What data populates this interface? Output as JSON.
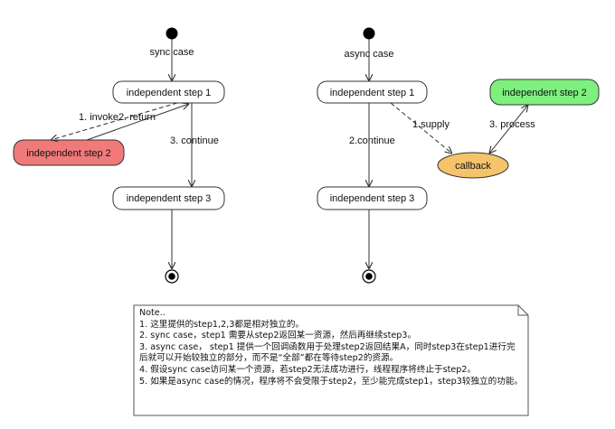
{
  "sync": {
    "label": "sync case",
    "step1": "independent step 1",
    "step2": "independent step 2",
    "step3": "independent step 3",
    "edge_invoke": "1. invoke",
    "edge_return": "2. return",
    "edge_continue": "3. continue"
  },
  "async": {
    "label": "async case",
    "step1": "independent step 1",
    "step2": "independent step 2",
    "step3": "independent step 3",
    "callback": "callback",
    "edge_supply": "1.supply",
    "edge_process": "3. process",
    "edge_continue": "2.continue"
  },
  "note": {
    "title": "Note..",
    "lines": [
      "1. 这里提供的step1,2,3都是相对独立的。",
      "2. sync case，step1 需要从step2返回某一资源，然后再继续step3。",
      "3. async case， step1 提供一个回调函数用于处理step2返回结果A，同时step3在step1进行完后就可以开始较独立的部分，而不是“全部”都在等待step2的资源。",
      "4. 假设sync case访问某一个资源，若step2无法成功进行，线程程序将终止于step2。",
      "5. 如果是async case的情况，程序将不会受限于step2，至少能完成step1，step3较独立的功能。"
    ]
  },
  "colors": {
    "node_fill": "#ffffff",
    "sync_step2_fill": "#f07a7a",
    "async_step2_fill": "#7ef07e",
    "callback_fill": "#f5c46a",
    "stroke": "#333333"
  }
}
